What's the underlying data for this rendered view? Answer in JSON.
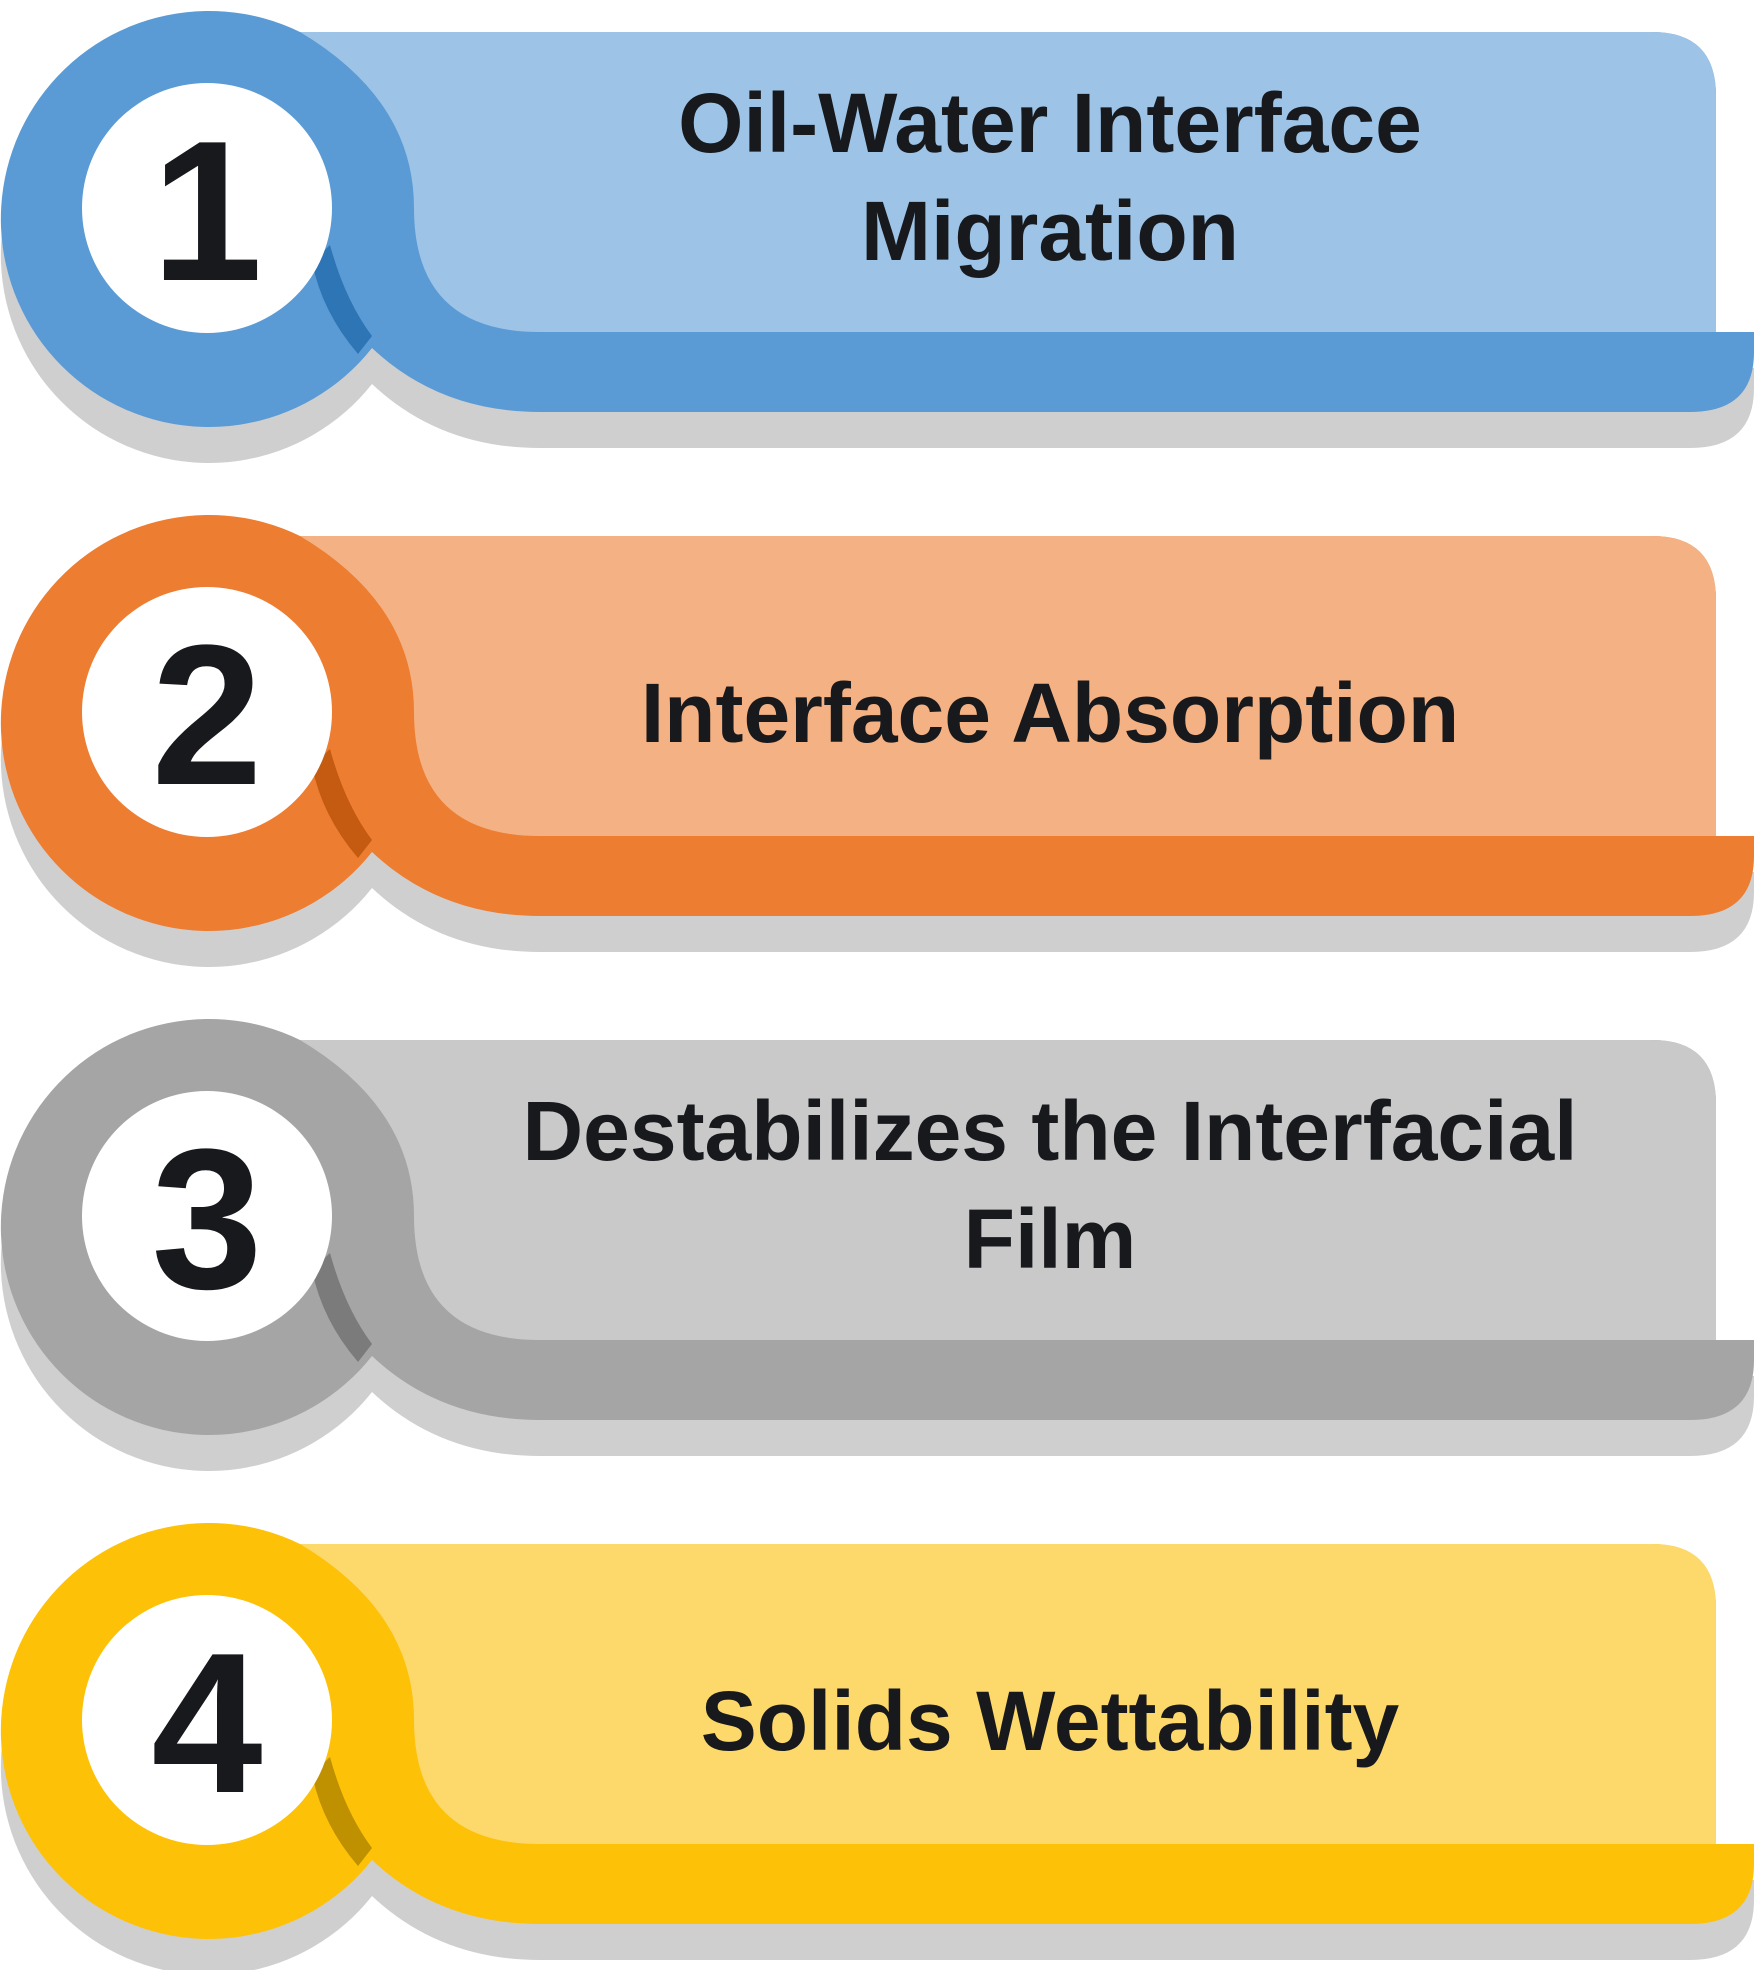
{
  "steps": [
    {
      "number": "1",
      "label_lines": [
        "Oil-Water Interface",
        "Migration"
      ],
      "colors": {
        "light": "#9dc3e6",
        "main": "#5b9bd5",
        "dark": "#2e75b6"
      }
    },
    {
      "number": "2",
      "label_lines": [
        "Interface Absorption"
      ],
      "colors": {
        "light": "#f4b183",
        "main": "#ed7d31",
        "dark": "#c55a11"
      }
    },
    {
      "number": "3",
      "label_lines": [
        "Destabilizes the Interfacial",
        "Film"
      ],
      "colors": {
        "light": "#c9c9c9",
        "main": "#a5a5a5",
        "dark": "#7b7b7b"
      }
    },
    {
      "number": "4",
      "label_lines": [
        "Solids Wettability"
      ],
      "colors": {
        "light": "#fdd86b",
        "main": "#fdc107",
        "dark": "#bf9000"
      }
    }
  ],
  "colors": {
    "shadow": "#d0cfd0",
    "circle_fill": "#ffffff",
    "text": "#17191c"
  }
}
